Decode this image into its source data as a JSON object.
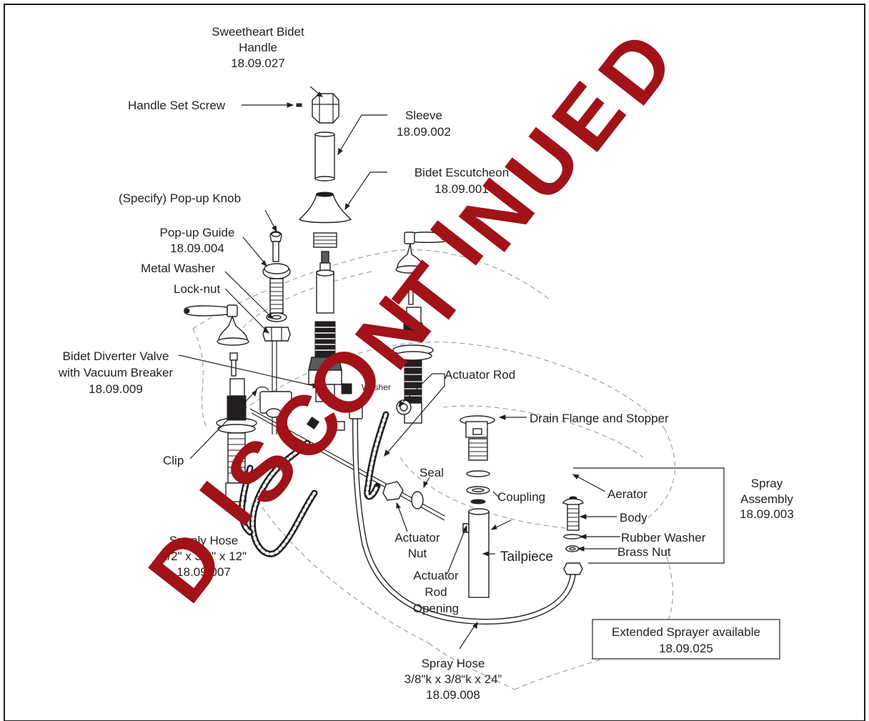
{
  "labels": {
    "handle_name_1": "Sweetheart Bidet",
    "handle_name_2": "Handle",
    "handle_code": "18.09.027",
    "set_screw": "Handle Set Screw",
    "sleeve": "Sleeve",
    "sleeve_code": "18.09.002",
    "escutcheon": "Bidet Escutcheon",
    "escutcheon_code": "18.09.001",
    "popup_knob": "(Specify) Pop-up Knob",
    "popup_guide": "Pop-up Guide",
    "popup_guide_code": "18.09.004",
    "metal_washer": "Metal Washer",
    "lock_nut": "Lock-nut",
    "diverter_1": "Bidet Diverter Valve",
    "diverter_2": "with Vacuum Breaker",
    "diverter_code": "18.09.009",
    "washer": "Washer",
    "actuator_rod": "Actuator Rod",
    "drain_flange": "Drain Flange and Stopper",
    "clip": "Clip",
    "seal": "Seal",
    "coupling": "Coupling",
    "aerator": "Aerator",
    "body": "Body",
    "rubber_washer": "Rubber Washer",
    "brass_nut": "Brass Nut",
    "spray_assembly_1": "Spray",
    "spray_assembly_2": "Assembly",
    "spray_assembly_code": "18.09.003",
    "actuator_nut_1": "Actuator",
    "actuator_nut_2": "Nut",
    "tailpiece": "Tailpiece",
    "rod_opening_1": "Actuator",
    "rod_opening_2": "Rod",
    "rod_opening_3": "Opening",
    "supply_hose_1": "Supply Hose",
    "supply_hose_2": "1/2\" x 3/8\" x 12\"",
    "supply_hose_code": "18.09.007",
    "spray_hose_1": "Spray Hose",
    "spray_hose_2": "3/8\"k x 3/8“k x 24”",
    "spray_hose_code": "18.09.008",
    "extended_1": "Extended Sprayer available",
    "extended_2": "18.09.025"
  },
  "stamp": {
    "letters": [
      "D",
      "I",
      "S",
      "C",
      "O",
      "N",
      "T",
      "I",
      "N",
      "U",
      "E",
      "D"
    ],
    "color": "#a11219"
  },
  "colors": {
    "ink": "#231f20",
    "guide_dash": "#9a9a9a"
  }
}
